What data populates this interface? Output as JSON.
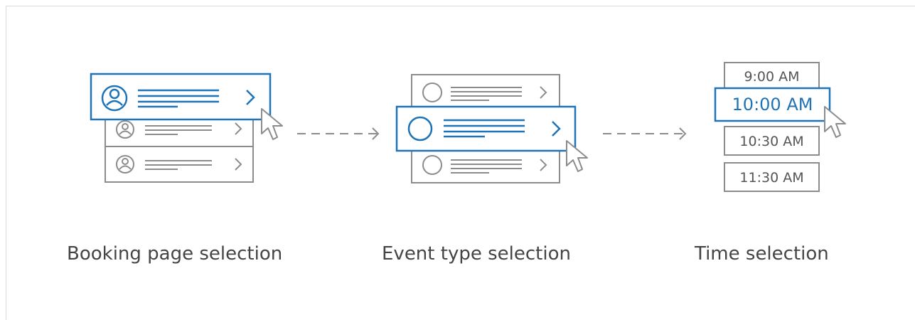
{
  "colors": {
    "accent": "#1f73b7",
    "muted": "#8c8c8c",
    "caption": "#444444"
  },
  "steps": [
    {
      "caption": "Booking page selection"
    },
    {
      "caption": "Event type selection"
    },
    {
      "caption": "Time selection"
    }
  ],
  "time_slots": [
    {
      "label": "9:00 AM",
      "selected": false
    },
    {
      "label": "10:00 AM",
      "selected": true
    },
    {
      "label": "10:30 AM",
      "selected": false
    },
    {
      "label": "11:30 AM",
      "selected": false
    }
  ],
  "icons": [
    "user-avatar-icon",
    "circle-icon",
    "chevron-right-icon",
    "cursor-arrow-icon",
    "dashed-arrow-icon"
  ]
}
